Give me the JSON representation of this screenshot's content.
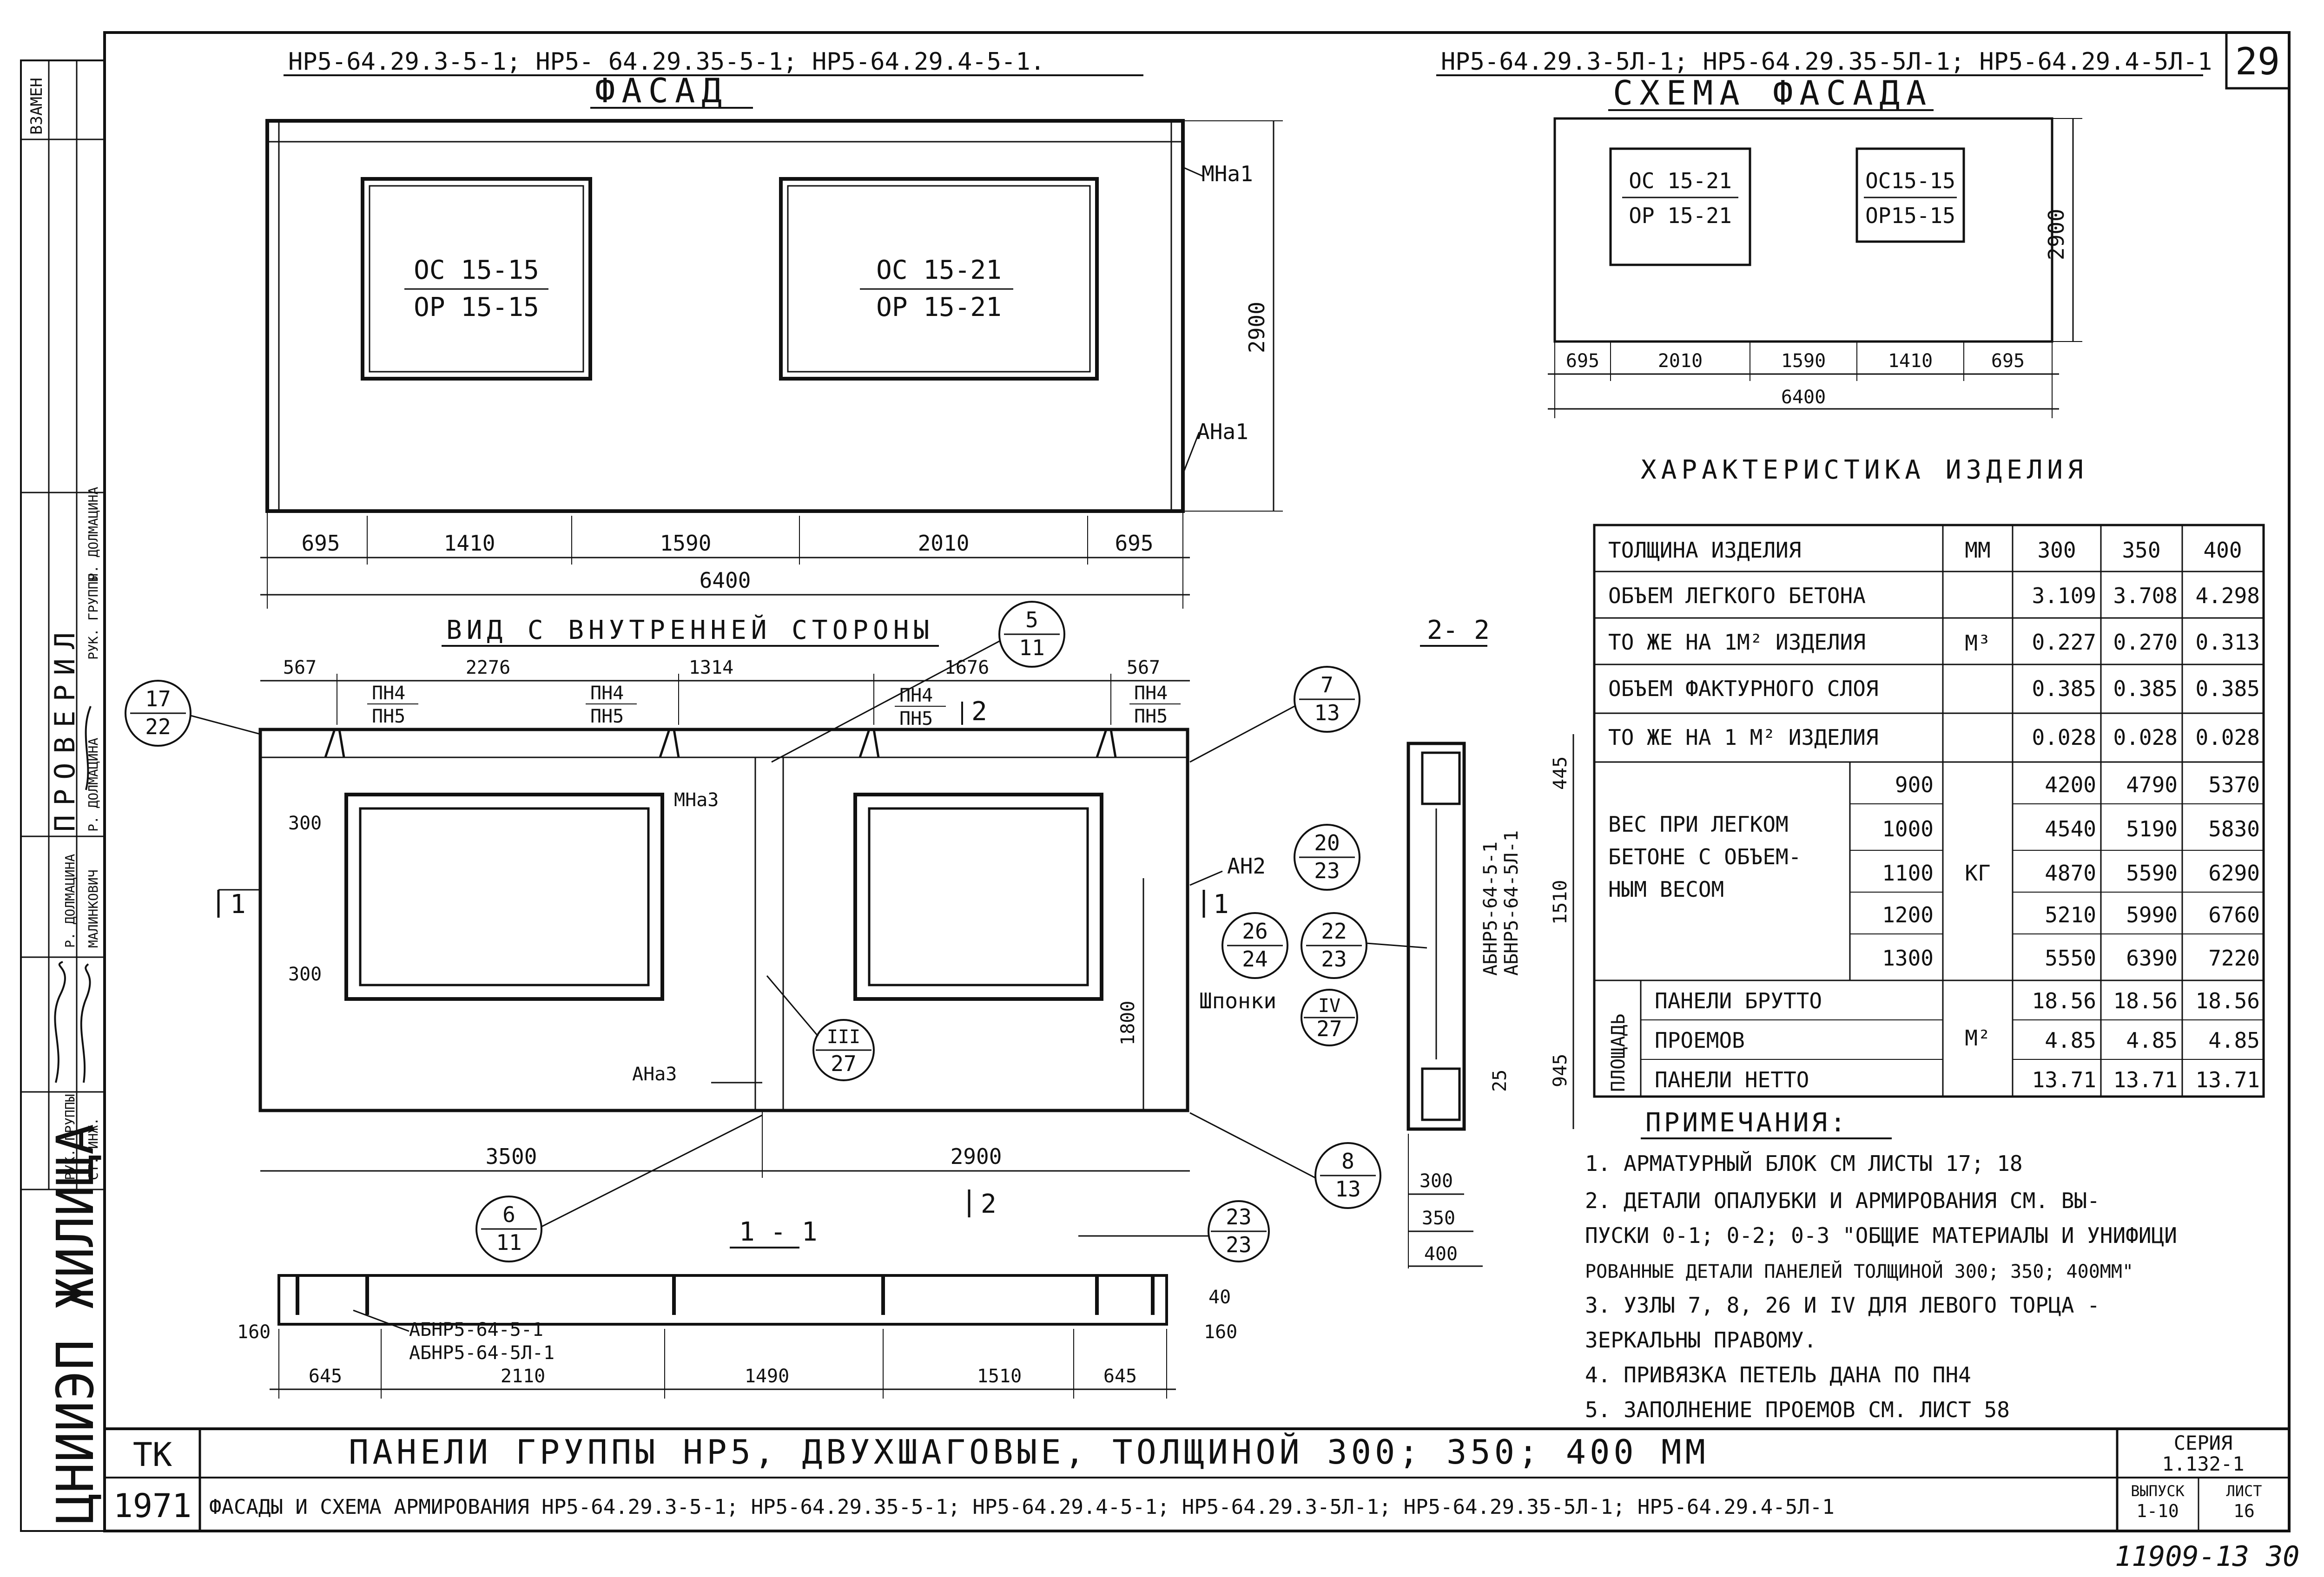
{
  "sheet_number": "29",
  "top_left_codes": "НР5-64.29.3-5-1; НР5- 64.29.35-5-1; НР5-64.29.4-5-1.",
  "top_right_codes": "НР5-64.29.3-5Л-1; НР5-64.29.35-5Л-1; НР5-64.29.4-5Л-1",
  "facade": {
    "title": "ФАСАД",
    "window_left": {
      "top": "ОС 15-15",
      "bottom": "ОР 15-15"
    },
    "window_right": {
      "top": "ОС 15-21",
      "bottom": "ОР 15-21"
    },
    "label_mna1": "МНа1",
    "label_ana1": "АНа1",
    "height": "2900",
    "dims": [
      "695",
      "1410",
      "1590",
      "2010",
      "695"
    ],
    "total": "6400"
  },
  "scheme": {
    "title": "СХЕМА ФАСАДА",
    "window_left": {
      "top": "ОС 15-21",
      "bottom": "ОР 15-21"
    },
    "window_right": {
      "top": "ОС15-15",
      "bottom": "ОР15-15"
    },
    "height": "2900",
    "dims": [
      "695",
      "2010",
      "1590",
      "1410",
      "695"
    ],
    "total": "6400"
  },
  "inner_view": {
    "title": "ВИД С ВНУТРЕННЕЙ СТОРОНЫ",
    "top_dims": [
      "567",
      "2276",
      "1314",
      "1676",
      "567"
    ],
    "loops": [
      {
        "top": "ПН4",
        "bottom": "ПН5"
      },
      {
        "top": "ПН4",
        "bottom": "ПН5"
      },
      {
        "top": "ПН4",
        "bottom": "ПН5"
      },
      {
        "top": "ПН4",
        "bottom": "ПН5"
      }
    ],
    "label_mna3": "МНа3",
    "label_ana3": "АНа3",
    "label_an2": "АН2",
    "label_shponki": "Шпонки",
    "dim_300a": "300",
    "dim_300b": "300",
    "dim_1800": "1800",
    "bottom_dims": [
      "3500",
      "2900"
    ],
    "section_marks": [
      "1",
      "1",
      "2",
      "2"
    ],
    "callouts": [
      {
        "top": "17",
        "bottom": "22"
      },
      {
        "top": "5",
        "bottom": "11"
      },
      {
        "top": "7",
        "bottom": "13"
      },
      {
        "top": "20",
        "bottom": "23"
      },
      {
        "top": "26",
        "bottom": "24"
      },
      {
        "top": "22",
        "bottom": "23"
      },
      {
        "top": "IV",
        "bottom": "27"
      },
      {
        "top": "III",
        "bottom": "27"
      },
      {
        "top": "6",
        "bottom": "11"
      },
      {
        "top": "8",
        "bottom": "13"
      },
      {
        "top": "23",
        "bottom": "23"
      }
    ]
  },
  "section_1_1": {
    "title": "1 - 1",
    "label_a": "АБНР5-64-5-1",
    "label_b": "АБНР5-64-5Л-1",
    "dim_160a": "160",
    "dim_160b": "160",
    "dim_40": "40",
    "dims": [
      "645",
      "2110",
      "1490",
      "1510",
      "645"
    ]
  },
  "section_2_2": {
    "title": "2- 2",
    "label_a": "АБНР5-64-5-1",
    "label_b": "АБНР5-64-5Л-1",
    "dims_right": [
      "445",
      "1510",
      "945",
      "25"
    ],
    "dims_bottom": [
      "300",
      "350",
      "400"
    ]
  },
  "spec": {
    "title": "ХАРАКТЕРИСТИКА ИЗДЕЛИЯ",
    "headers": [
      "ТОЛЩИНА ИЗДЕЛИЯ",
      "ММ",
      "300",
      "350",
      "400"
    ],
    "rows": [
      {
        "label": "ОБЪЕМ ЛЕГКОГО БЕТОНА",
        "unit": "",
        "v": [
          "3.109",
          "3.708",
          "4.298"
        ]
      },
      {
        "label": "ТО ЖЕ НА 1М² ИЗДЕЛИЯ",
        "unit": "",
        "v": [
          "0.227",
          "0.270",
          "0.313"
        ]
      },
      {
        "label": "ОБЪЕМ ФАКТУРНОГО СЛОЯ",
        "unit": "",
        "v": [
          "0.385",
          "0.385",
          "0.385"
        ]
      },
      {
        "label": "ТО ЖЕ НА 1 М² ИЗДЕЛИЯ",
        "unit": "",
        "v": [
          "0.028",
          "0.028",
          "0.028"
        ]
      }
    ],
    "volume_unit": "М³",
    "weight_label": [
      "ВЕС ПРИ ЛЕГКОМ",
      "БЕТОНЕ С ОБЪЕМ-",
      "НЫМ ВЕСОМ"
    ],
    "weight_unit": "КГ",
    "weight_rows": [
      {
        "density": "900",
        "v": [
          "4200",
          "4790",
          "5370"
        ]
      },
      {
        "density": "1000",
        "v": [
          "4540",
          "5190",
          "5830"
        ]
      },
      {
        "density": "1100",
        "v": [
          "4870",
          "5590",
          "6290"
        ]
      },
      {
        "density": "1200",
        "v": [
          "5210",
          "5990",
          "6760"
        ]
      },
      {
        "density": "1300",
        "v": [
          "5550",
          "6390",
          "7220"
        ]
      }
    ],
    "area_label": "ПЛОЩАДЬ",
    "area_unit": "М²",
    "area_rows": [
      {
        "label": "ПАНЕЛИ БРУТТО",
        "v": [
          "18.56",
          "18.56",
          "18.56"
        ]
      },
      {
        "label": "ПРОЕМОВ",
        "v": [
          "4.85",
          "4.85",
          "4.85"
        ]
      },
      {
        "label": "ПАНЕЛИ НЕТТО",
        "v": [
          "13.71",
          "13.71",
          "13.71"
        ]
      }
    ]
  },
  "notes": {
    "title": "ПРИМЕЧАНИЯ:",
    "lines": [
      "1. АРМАТУРНЫЙ  БЛОК СМ ЛИСТЫ 17; 18",
      "2. ДЕТАЛИ ОПАЛУБКИ И АРМИРОВАНИЯ СМ. ВЫ-",
      "   ПУСКИ 0-1; 0-2; 0-3 \"ОБЩИЕ МАТЕРИАЛЫ И УНИФИЦИ",
      "   РОВАННЫЕ ДЕТАЛИ ПАНЕЛЕЙ ТОЛЩИНОЙ 300; 350; 400ММ\"",
      "3. УЗЛЫ 7, 8, 26 И IV ДЛЯ ЛЕВОГО ТОРЦА -",
      "   ЗЕРКАЛЬНЫ ПРАВОМУ.",
      "4. ПРИВЯЗКА ПЕТЕЛЬ ДАНА ПО ПН4",
      "5. ЗАПОЛНЕНИЕ ПРОЕМОВ СМ. ЛИСТ 58"
    ]
  },
  "title_block": {
    "org_short": "ТК",
    "year": "1971",
    "title_line1": "ПАНЕЛИ ГРУППЫ НР5, ДВУХШАГОВЫЕ, ТОЛЩИНОЙ 300; 350; 400 ММ",
    "title_line2": "ФАСАДЫ И СХЕМА АРМИРОВАНИЯ НР5-64.29.3-5-1; НР5-64.29.35-5-1; НР5-64.29.4-5-1; НР5-64.29.3-5Л-1; НР5-64.29.35-5Л-1; НР5-64.29.4-5Л-1",
    "series_label": "СЕРИЯ",
    "series_value": "1.132-1",
    "issue_label": "ВЫПУСК",
    "issue_value": "1-10",
    "sheet_label": "ЛИСТ",
    "sheet_value": "16"
  },
  "side_stamp": {
    "org": "ЦНИИЭП ЖИЛИЩА",
    "checked": "ПРОВЕРИЛ",
    "replace": "ВЗАМЕН",
    "roles": [
      "РУК. ГРУППЫ",
      "СТ. ИНЖ."
    ],
    "names": [
      "Р. ДОЛМАЦИНА",
      "МАЛИНКОВИЧ",
      "Р. ДОЛМАЦИНА",
      "Р. ДОЛМАЦИНА"
    ],
    "roles2": [
      "РУК. ГРУППЫ",
      "РУК. ГРУППЫ"
    ]
  },
  "footer_number": "11909-13  30"
}
